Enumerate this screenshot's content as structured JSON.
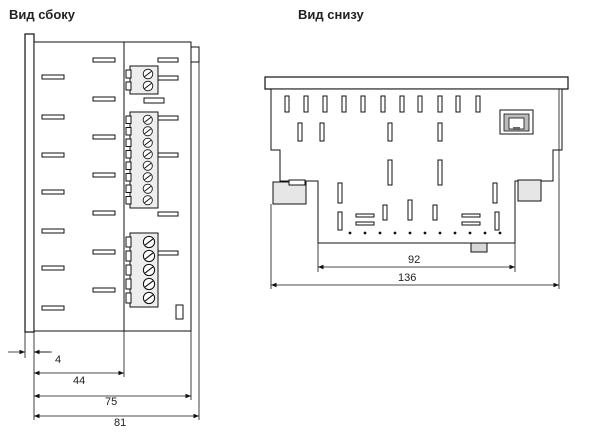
{
  "views": {
    "side_title": "Вид сбоку",
    "bottom_title": "Вид снизу"
  },
  "dimensions": {
    "side": {
      "bezel": "4",
      "front_depth": "44",
      "body_depth": "75",
      "total_depth": "81"
    },
    "bottom": {
      "body_width": "92",
      "bezel_width": "136"
    }
  },
  "colors": {
    "line": "#111111",
    "terminal_fill": "#e8e8e8",
    "connector_fill": "#d8d8d8"
  }
}
